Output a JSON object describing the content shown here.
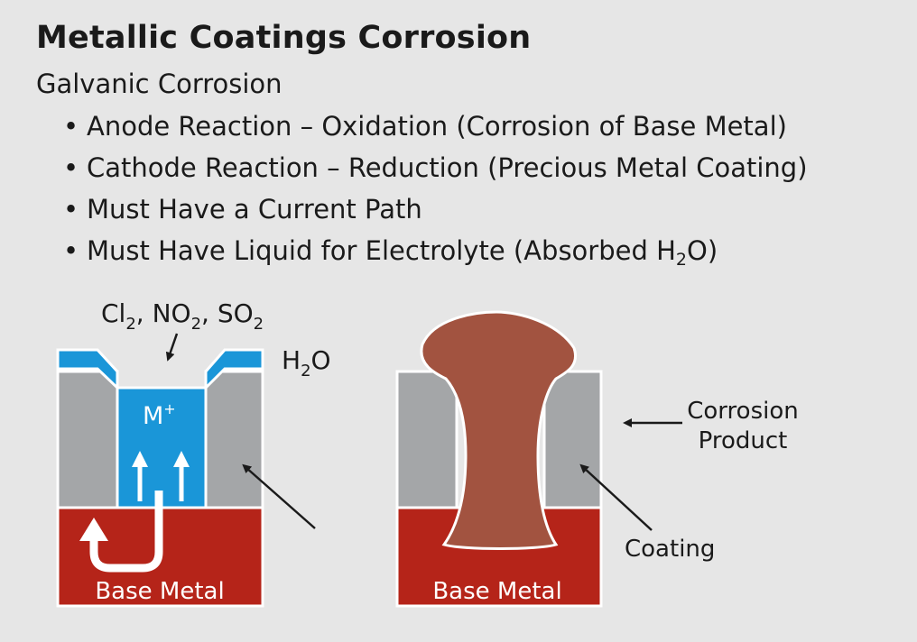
{
  "title": "Metallic Coatings Corrosion",
  "subtitle": "Galvanic Corrosion",
  "bullets": [
    {
      "text": "Anode Reaction – Oxidation (Corrosion of Base Metal)"
    },
    {
      "text": "Cathode Reaction – Reduction (Precious Metal Coating)"
    },
    {
      "text": "Must Have a Current Path"
    },
    {
      "text": "Must Have Liquid for Electrolyte (Absorbed H",
      "sub": "2",
      "after": "O)"
    }
  ],
  "left_diagram": {
    "gases": [
      {
        "base": "Cl",
        "sub": "2",
        "sep": ", "
      },
      {
        "base": "NO",
        "sub": "2",
        "sep": ", "
      },
      {
        "base": "SO",
        "sub": "2",
        "sep": ""
      }
    ],
    "water": {
      "base": "H",
      "sub": "2",
      "after": "O"
    },
    "ion": {
      "base": "M",
      "sup": "+"
    },
    "base_label": "Base Metal"
  },
  "right_diagram": {
    "corrosion_label_line1": "Corrosion",
    "corrosion_label_line2": "Product",
    "coating_label": "Coating",
    "base_label": "Base Metal"
  },
  "colors": {
    "background": "#e6e6e6",
    "electrolyte": "#1a96d8",
    "coating": "#a4a6a8",
    "base_metal": "#b52419",
    "corrosion_product": "#a25340",
    "outline": "#ffffff"
  }
}
